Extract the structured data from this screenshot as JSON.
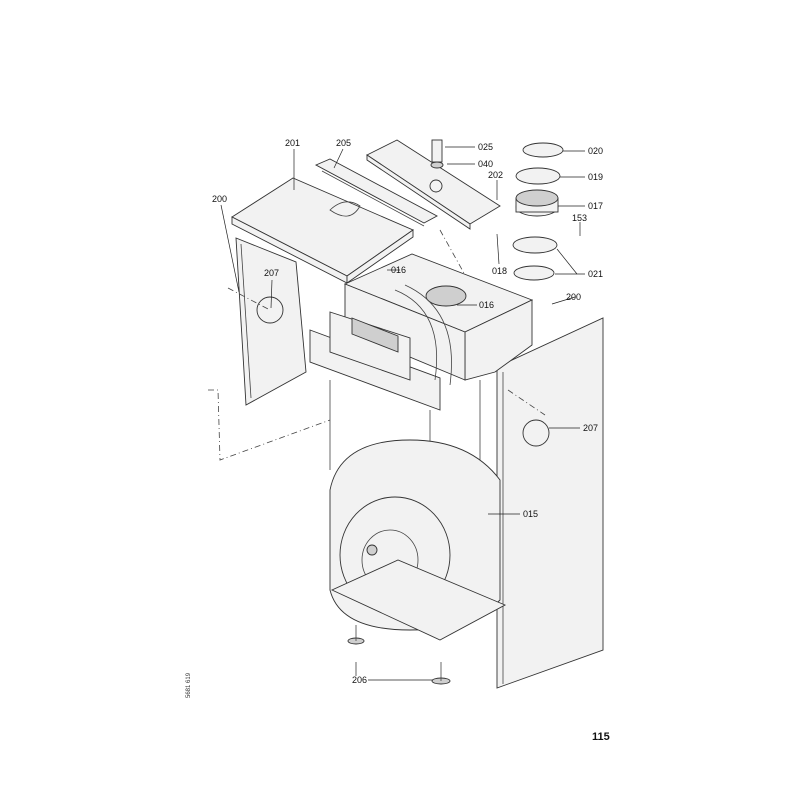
{
  "page_number": "115",
  "document_code": "5681 619",
  "callouts": [
    {
      "id": "201",
      "label": "201"
    },
    {
      "id": "205",
      "label": "205"
    },
    {
      "id": "200a",
      "label": "200"
    },
    {
      "id": "207a",
      "label": "207"
    },
    {
      "id": "025",
      "label": "025"
    },
    {
      "id": "040",
      "label": "040"
    },
    {
      "id": "202",
      "label": "202"
    },
    {
      "id": "020",
      "label": "020"
    },
    {
      "id": "019",
      "label": "019"
    },
    {
      "id": "017",
      "label": "017"
    },
    {
      "id": "153",
      "label": "153"
    },
    {
      "id": "016a",
      "label": "016"
    },
    {
      "id": "018",
      "label": "018"
    },
    {
      "id": "021",
      "label": "021"
    },
    {
      "id": "016b",
      "label": "016"
    },
    {
      "id": "200b",
      "label": "200"
    },
    {
      "id": "207b",
      "label": "207"
    },
    {
      "id": "015",
      "label": "015"
    },
    {
      "id": "206",
      "label": "206"
    }
  ]
}
